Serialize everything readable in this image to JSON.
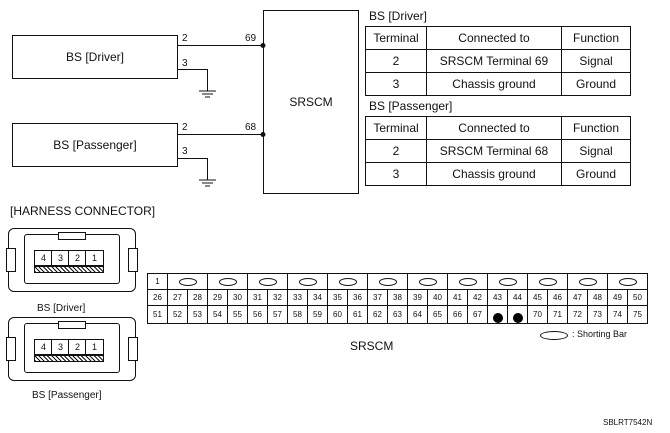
{
  "schematic": {
    "bs_driver_label": "BS [Driver]",
    "bs_passenger_label": "BS [Passenger]",
    "srscm_label": "SRSCM",
    "driver_pin_signal": "2",
    "driver_pin_ground": "3",
    "driver_srscm_terminal": "69",
    "passenger_pin_signal": "2",
    "passenger_pin_ground": "3",
    "passenger_srscm_terminal": "68"
  },
  "tables": {
    "driver_title": "BS [Driver]",
    "passenger_title": "BS [Passenger]",
    "headers": [
      "Terminal",
      "Connected to",
      "Function"
    ],
    "driver_rows": [
      [
        "2",
        "SRSCM Terminal 69",
        "Signal"
      ],
      [
        "3",
        "Chassis ground",
        "Ground"
      ]
    ],
    "passenger_rows": [
      [
        "2",
        "SRSCM Terminal 68",
        "Signal"
      ],
      [
        "3",
        "Chassis ground",
        "Ground"
      ]
    ]
  },
  "harness": {
    "title": "[HARNESS CONNECTOR]",
    "bs_driver_caption": "BS [Driver]",
    "bs_passenger_caption": "BS [Passenger]",
    "bs_pins": [
      "4",
      "3",
      "2",
      "1"
    ],
    "srscm_caption": "SRSCM",
    "shorting_bar_legend": ": Shorting Bar",
    "srscm_row1": [
      "1"
    ],
    "srscm_row2": [
      "26",
      "27",
      "28",
      "29",
      "30",
      "31",
      "32",
      "33",
      "34",
      "35",
      "36",
      "37",
      "38",
      "39",
      "40",
      "41",
      "42",
      "43",
      "44",
      "45",
      "46",
      "47",
      "48",
      "49",
      "50"
    ],
    "srscm_row3": [
      "51",
      "52",
      "53",
      "54",
      "55",
      "56",
      "57",
      "58",
      "59",
      "60",
      "61",
      "62",
      "63",
      "64",
      "65",
      "66",
      "67",
      "●",
      "●",
      "70",
      "71",
      "72",
      "73",
      "74",
      "75"
    ]
  },
  "footer": {
    "code": "SBLRT7542N"
  }
}
